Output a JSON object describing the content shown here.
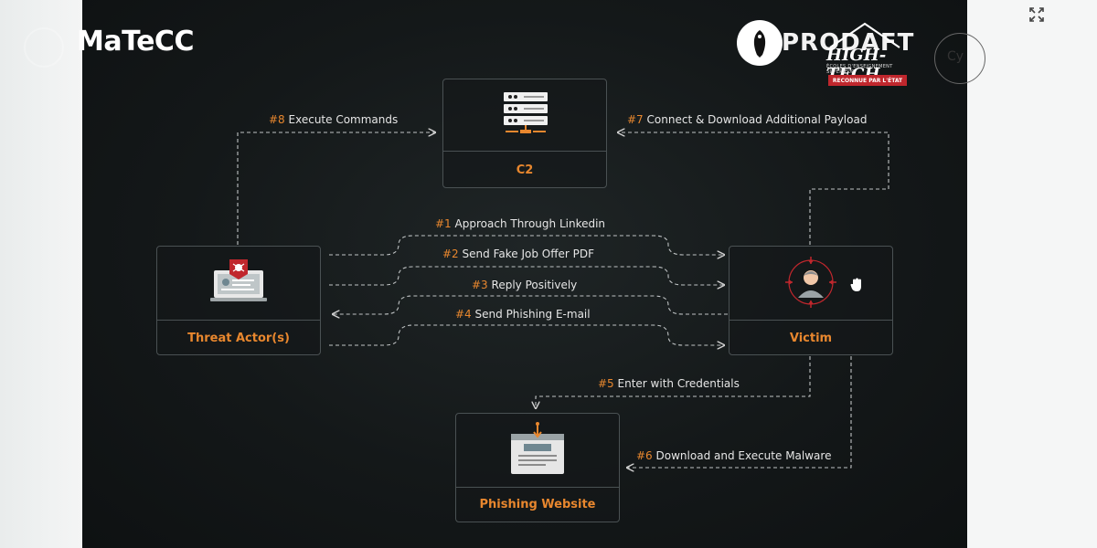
{
  "header": {
    "left_logo": "MaTeCC",
    "right_brand": "PRODAFT",
    "high_tech": {
      "title": "HIGH-TECH",
      "subtitle": "ÉCOLES D'ENSEIGNEMENT SUPÉRIEUR",
      "badge": "RECONNUE PAR L'ÉTAT"
    },
    "cy_text": "Cy"
  },
  "nodes": {
    "c2": "C2",
    "threat_actor": "Threat Actor(s)",
    "victim": "Victim",
    "phishing_website": "Phishing Website"
  },
  "steps": [
    {
      "num": "#1",
      "text": "Approach Through Linkedin"
    },
    {
      "num": "#2",
      "text": "Send Fake Job Offer PDF"
    },
    {
      "num": "#3",
      "text": "Reply Positively"
    },
    {
      "num": "#4",
      "text": "Send Phishing E-mail"
    },
    {
      "num": "#5",
      "text": "Enter with Credentials"
    },
    {
      "num": "#6",
      "text": "Download and Execute Malware"
    },
    {
      "num": "#7",
      "text": "Connect & Download Additional Payload"
    },
    {
      "num": "#8",
      "text": "Execute Commands"
    }
  ],
  "colors": {
    "accent": "#e8872e",
    "icon_red": "#c0272d",
    "background": "#141819"
  },
  "icons": [
    "server-rack-icon",
    "bug-alert-icon",
    "targeted-user-icon",
    "webpage-icon",
    "hand-cursor-icon",
    "expand-icon"
  ]
}
